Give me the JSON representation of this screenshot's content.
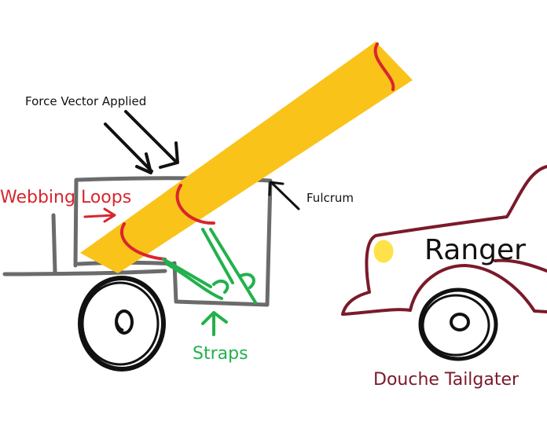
{
  "labels": {
    "force_vector": "Force Vector Applied",
    "webbing_loops": "Webbing Loops",
    "fulcrum": "Fulcrum",
    "straps": "Straps",
    "ranger": "Ranger",
    "tailgater": "Douche Tailgater"
  },
  "colors": {
    "pole": "#f9c31a",
    "loops": "#d9252e",
    "straps": "#22b14c",
    "trailer": "#6b6b6b",
    "wheel": "#111111",
    "truck": "#7a1a2a",
    "headlight": "#ffe24a",
    "text_dark": "#111111",
    "text_red": "#d9252e",
    "text_green": "#22b14c",
    "text_maroon": "#7a1a2a"
  }
}
